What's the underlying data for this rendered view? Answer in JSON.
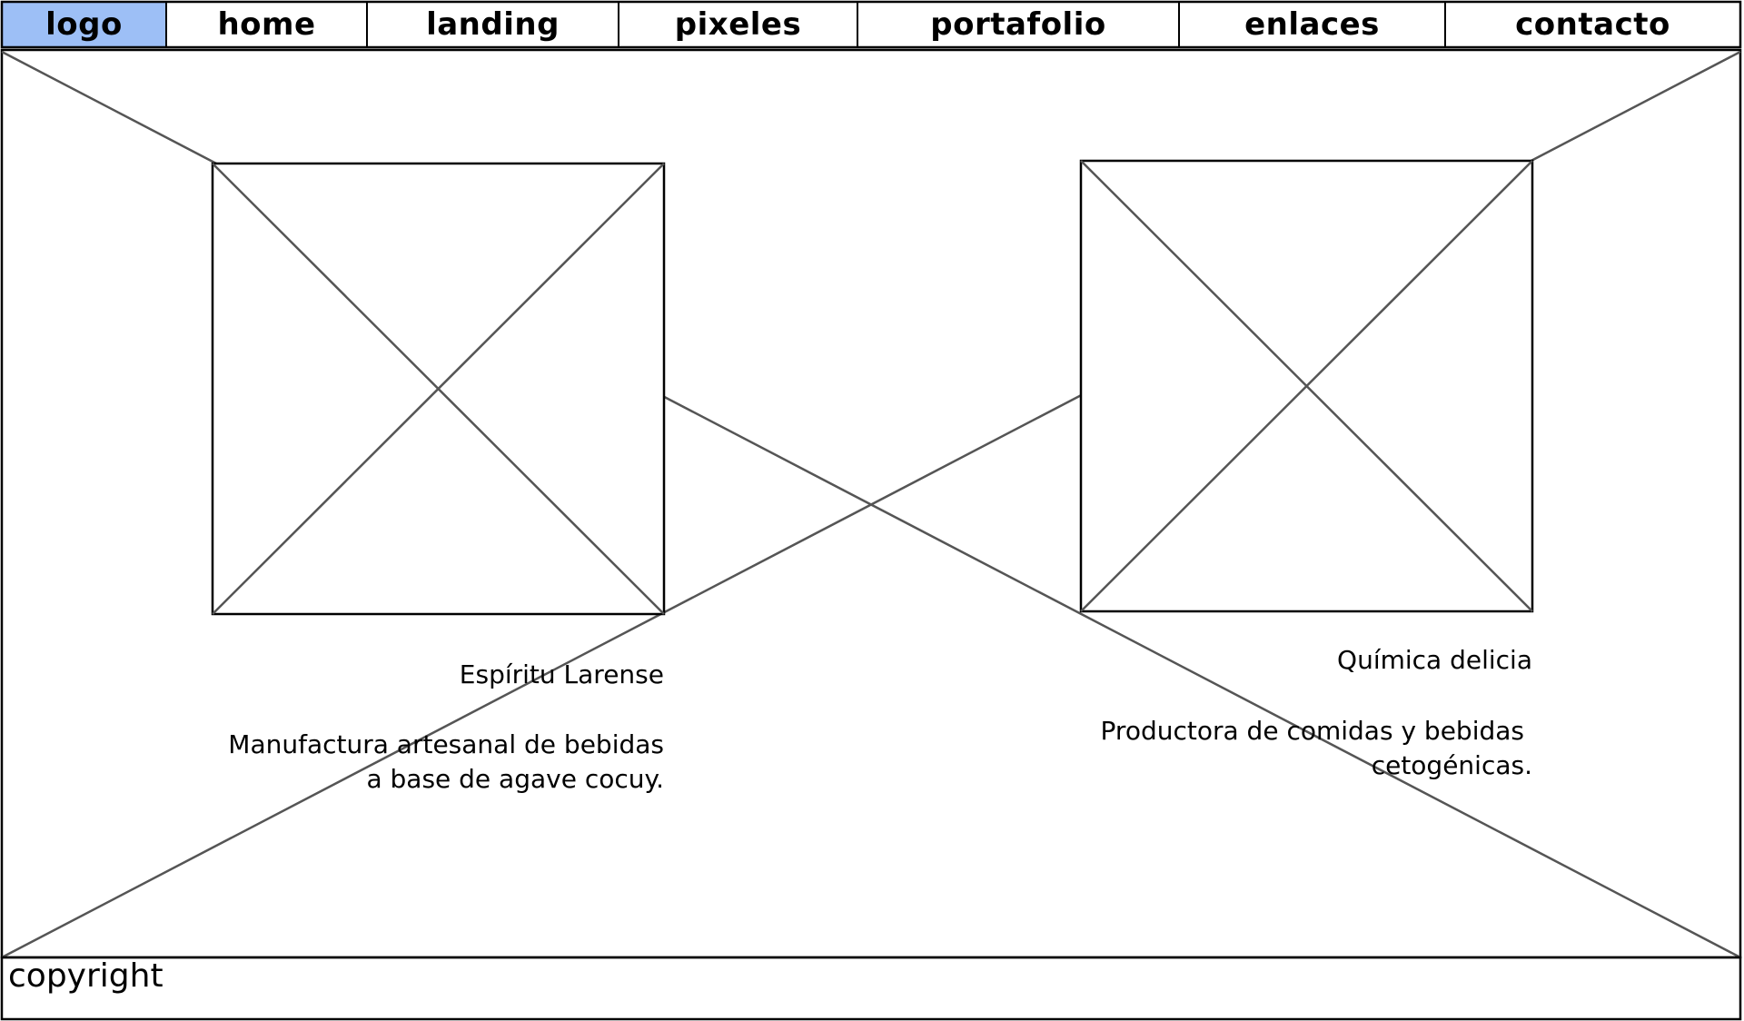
{
  "nav": {
    "items": [
      {
        "label": "logo",
        "active": true
      },
      {
        "label": "home"
      },
      {
        "label": "landing"
      },
      {
        "label": "pixeles"
      },
      {
        "label": "portafolio"
      },
      {
        "label": "enlaces"
      },
      {
        "label": "contacto"
      }
    ],
    "active_color": "#9dbff6"
  },
  "projects": [
    {
      "title": "Espíritu Larense",
      "description_line1": "Manufactura artesanal de bebidas",
      "description_line2": "a base de agave cocuy."
    },
    {
      "title": "Química delicia",
      "description_line1": "Productora de comidas y bebidas",
      "description_line2": "cetogénicas."
    }
  ],
  "footer": {
    "text": "copyright"
  }
}
